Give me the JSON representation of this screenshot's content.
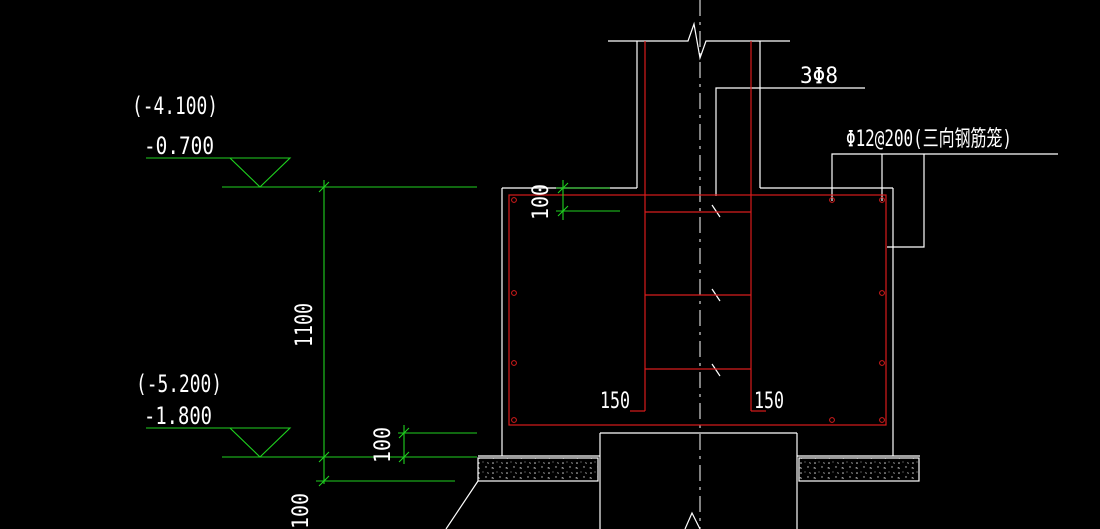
{
  "colors": {
    "background": "#000000",
    "outline": "#ffffff",
    "rebar": "#d81c1c",
    "dimension": "#1fd11f",
    "rebar_dot": "#d81c1c"
  },
  "elevations": {
    "upper_absolute": "(-4.100)",
    "upper_relative": "-0.700",
    "lower_absolute": "(-5.200)",
    "lower_relative": "-1.800"
  },
  "dimensions": {
    "top_cover": "100",
    "depth": "1100",
    "bottom_cover": "100",
    "below": "100"
  },
  "rebar_labels": {
    "stirrup": "3Φ8",
    "cage": "Φ12@200(三向钢筋笼)",
    "anchor_left": "150",
    "anchor_right": "150"
  }
}
